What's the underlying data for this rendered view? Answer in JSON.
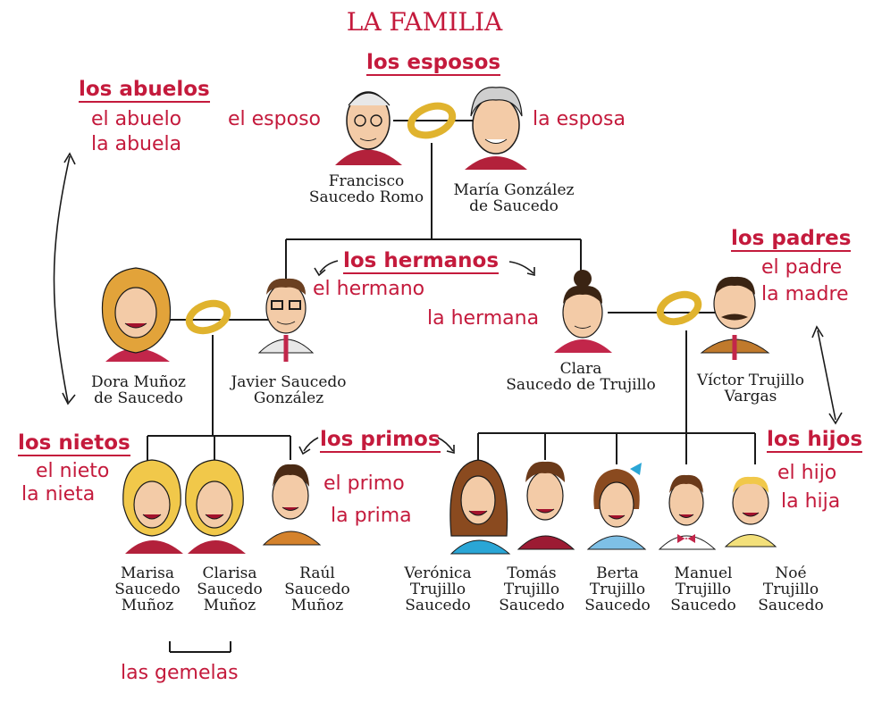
{
  "title": "LA FAMILIA",
  "groups": {
    "esposos": {
      "heading": "los esposos",
      "m": "el esposo",
      "f": "la esposa"
    },
    "abuelos": {
      "heading": "los abuelos",
      "m": "el abuelo",
      "f": "la abuela"
    },
    "hermanos": {
      "heading": "los hermanos",
      "m": "el hermano",
      "f": "la hermana"
    },
    "padres": {
      "heading": "los padres",
      "m": "el padre",
      "f": "la madre"
    },
    "nietos": {
      "heading": "los nietos",
      "m": "el nieto",
      "f": "la nieta"
    },
    "primos": {
      "heading": "los primos",
      "m": "el primo",
      "f": "la prima"
    },
    "hijos": {
      "heading": "los hijos",
      "m": "el hijo",
      "f": "la hija"
    },
    "gemelas": {
      "heading": "las gemelas"
    }
  },
  "people": {
    "francisco": [
      "Francisco",
      "Saucedo Romo"
    ],
    "maria": [
      "María González",
      "de Saucedo"
    ],
    "dora": [
      "Dora Muñoz",
      "de Saucedo"
    ],
    "javier": [
      "Javier Saucedo",
      "González"
    ],
    "clara": [
      "Clara",
      "Saucedo de Trujillo"
    ],
    "victor": [
      "Víctor Trujillo",
      "Vargas"
    ],
    "marisa": [
      "Marisa",
      "Saucedo",
      "Muñoz"
    ],
    "clarisa": [
      "Clarisa",
      "Saucedo",
      "Muñoz"
    ],
    "raul": [
      "Raúl",
      "Saucedo",
      "Muñoz"
    ],
    "veronica": [
      "Verónica",
      "Trujillo",
      "Saucedo"
    ],
    "tomas": [
      "Tomás",
      "Trujillo",
      "Saucedo"
    ],
    "berta": [
      "Berta",
      "Trujillo",
      "Saucedo"
    ],
    "manuel": [
      "Manuel",
      "Trujillo",
      "Saucedo"
    ],
    "noe": [
      "Noé",
      "Trujillo",
      "Saucedo"
    ]
  },
  "colors": {
    "label_red": "#c41a3c",
    "ring_gold": "#e0b32e",
    "line": "#1a1a1a"
  }
}
